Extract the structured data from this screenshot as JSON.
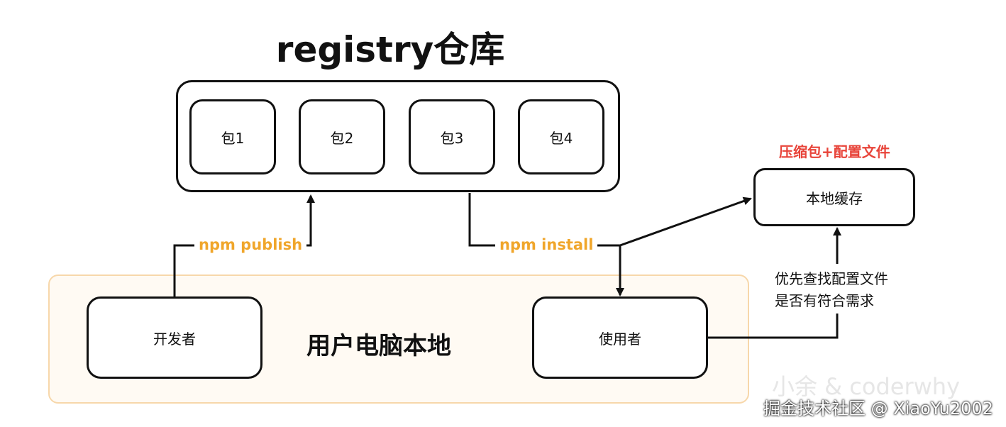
{
  "title": "registry仓库",
  "registry": {
    "packages": [
      "包1",
      "包2",
      "包3",
      "包4"
    ]
  },
  "local": {
    "area_label": "用户电脑本地",
    "developer": "开发者",
    "user": "使用者"
  },
  "cache": {
    "label": "本地缓存",
    "annotation": "压缩包+配置文件"
  },
  "edges": {
    "publish": "npm publish",
    "install": "npm install",
    "lookup_line1": "优先查找配置文件",
    "lookup_line2": "是否有符合需求"
  },
  "watermark": {
    "line1": "小余 & coderwhy",
    "line2": "掘金技术社区 @ XiaoYu2002"
  },
  "colors": {
    "edge_label": "#f0a62b",
    "annotation": "#e8443a",
    "local_area_fill": "#fffaf3",
    "local_area_border": "#f7d7aa"
  }
}
